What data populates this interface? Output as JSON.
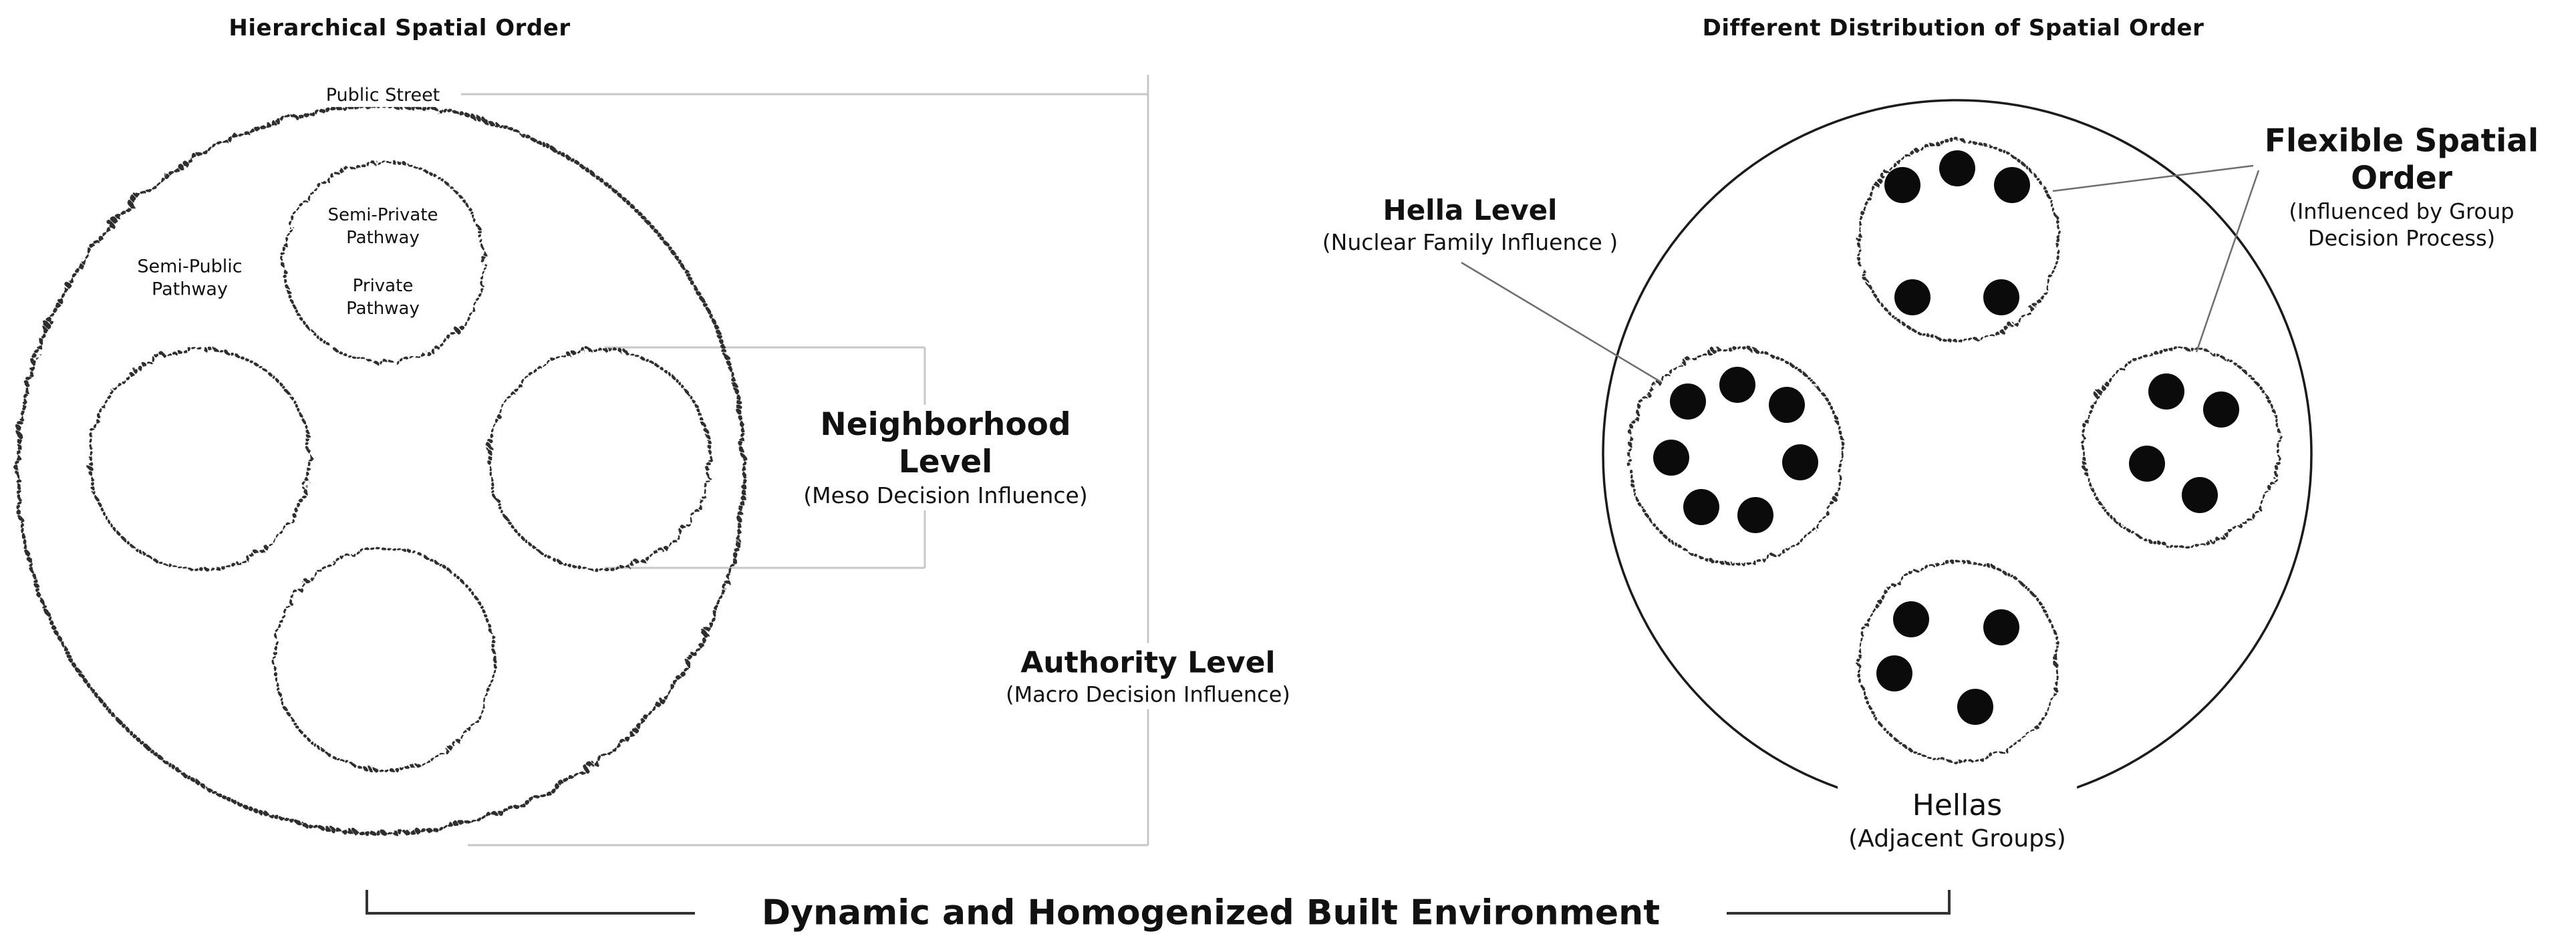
{
  "colors": {
    "ink": "#111111",
    "sketch_stroke": "#2e2e2e",
    "connector_gray": "#c7c7c7",
    "pointer_gray": "#6e6e6e",
    "dot_fill": "#0b0b0b",
    "background": "#ffffff"
  },
  "left": {
    "title": "Hierarchical Spatial Order",
    "public_street": "Public Street",
    "semi_private": {
      "line1": "Semi-Private",
      "line2": "Pathway"
    },
    "private": {
      "line1": "Private",
      "line2": "Pathway"
    },
    "semi_public": {
      "line1": "Semi-Public",
      "line2": "Pathway"
    },
    "neighborhood": {
      "line1": "Neighborhood",
      "line2": "Level",
      "sub": "(Meso Decision Influence)"
    },
    "authority": {
      "title": "Authority Level",
      "sub": "(Macro Decision Influence)"
    }
  },
  "right": {
    "title": "Different Distribution of Spatial Order",
    "hella": {
      "title": "Hella Level",
      "sub": "(Nuclear Family Influence )"
    },
    "flexible": {
      "line1": "Flexible Spatial",
      "line2": "Order",
      "sub1": "(Influenced by Group",
      "sub2": "Decision Process)"
    },
    "hellas": {
      "title": "Hellas",
      "sub": "(Adjacent Groups)"
    },
    "dot_radius": 27,
    "clusters": [
      {
        "name": "top-family-cluster",
        "dot_count": 5,
        "dots": [
          [
            2847,
            277
          ],
          [
            2929,
            252
          ],
          [
            3011,
            277
          ],
          [
            2862,
            445
          ],
          [
            2995,
            445
          ]
        ]
      },
      {
        "name": "left-family-cluster",
        "dot_count": 7,
        "dots": [
          [
            2526,
            601
          ],
          [
            2600,
            576
          ],
          [
            2674,
            606
          ],
          [
            2501,
            685
          ],
          [
            2694,
            692
          ],
          [
            2546,
            759
          ],
          [
            2627,
            771
          ]
        ]
      },
      {
        "name": "right-family-cluster",
        "dot_count": 4,
        "dots": [
          [
            3242,
            586
          ],
          [
            3324,
            613
          ],
          [
            3213,
            694
          ],
          [
            3292,
            741
          ]
        ]
      },
      {
        "name": "bottom-family-cluster",
        "dot_count": 4,
        "dots": [
          [
            2860,
            927
          ],
          [
            2995,
            939
          ],
          [
            2835,
            1008
          ],
          [
            2956,
            1058
          ]
        ]
      }
    ]
  },
  "footer": {
    "title": "Dynamic and Homogenized Built Environment"
  }
}
